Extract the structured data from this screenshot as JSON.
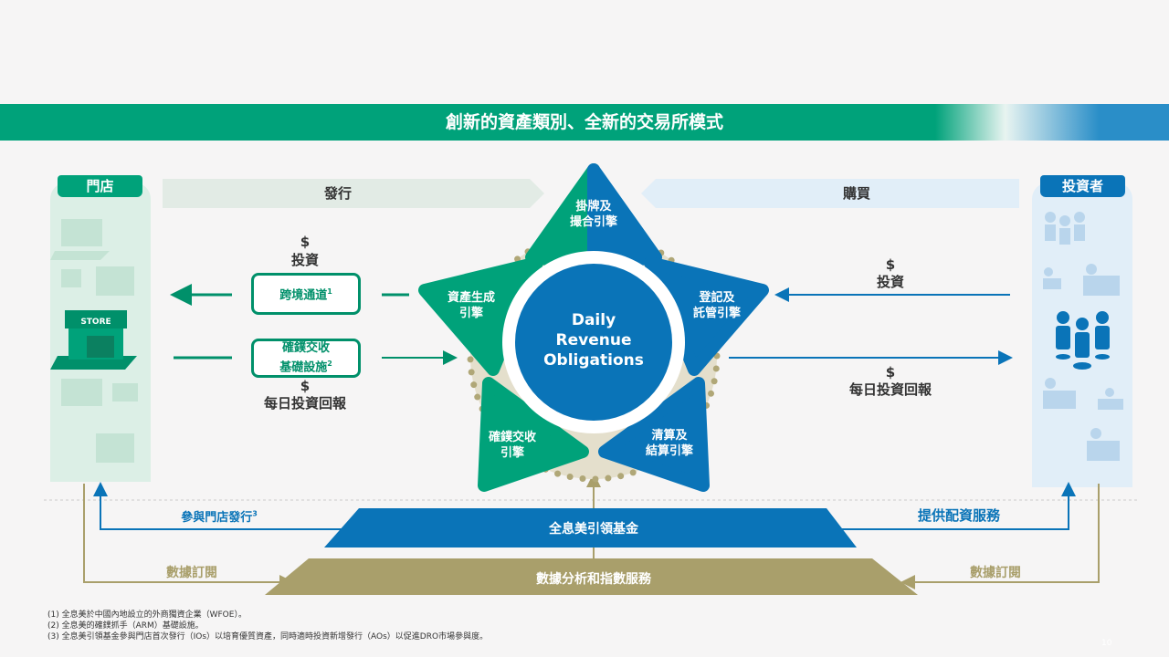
{
  "banner": {
    "title": "創新的資產類別、全新的交易所模式"
  },
  "left_column": {
    "title": "門店",
    "store_label": "STORE"
  },
  "right_column": {
    "title": "投資者"
  },
  "issuance": {
    "label": "發行"
  },
  "purchase": {
    "label": "購買"
  },
  "left_flow": {
    "invest_symbol": "$",
    "invest_label": "投資",
    "box1": "跨境通道",
    "box1_sup": "1",
    "box2_line1": "確鏷交收",
    "box2_line2": "基礎設施",
    "box2_sup": "2",
    "return_symbol": "$",
    "return_label": "每日投資回報"
  },
  "right_flow": {
    "invest_symbol": "$",
    "invest_label": "投資",
    "return_symbol": "$",
    "return_label": "每日投資回報"
  },
  "star": {
    "center_line1": "Daily",
    "center_line2": "Revenue",
    "center_line3": "Obligations",
    "arms": [
      {
        "l1": "掛牌及",
        "l2": "撮合引擎"
      },
      {
        "l1": "登記及",
        "l2": "託管引擎"
      },
      {
        "l1": "清算及",
        "l2": "結算引擎"
      },
      {
        "l1": "確鏷交收",
        "l2": "引擎"
      },
      {
        "l1": "資產生成",
        "l2": "引擎"
      }
    ],
    "colors": {
      "green": "#00a27a",
      "blue": "#0a74b8",
      "ring": "#d8d2bd",
      "dot": "#b0a777"
    }
  },
  "fund": {
    "label": "全息美引領基金",
    "left_label": "參與門店發行",
    "left_sup": "3",
    "right_label": "提供配資服務"
  },
  "data_service": {
    "label": "數據分析和指數服務",
    "left_label": "數據訂閱",
    "right_label": "數據訂閱"
  },
  "footnotes": [
    "(1)   全息美於中國內地設立的外商獨資企業（WFOE）。",
    "(2)   全息美的確鏷抓手（ARM）基礎設施。",
    "(3)   全息美引領基金參與門店首次發行（IOs）以培育優質資產，同時適時投資新增發行（AOs）以促進DRO市場參與度。"
  ],
  "page_number": "10"
}
